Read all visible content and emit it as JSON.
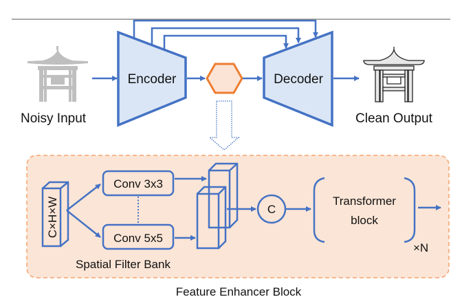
{
  "colors": {
    "blue": "#4472c4",
    "blue_fill": "#dae6f5",
    "orange": "#ed7d31",
    "orange_fill": "#fbe4d5",
    "panel_fill": "#fbe5d6",
    "gray_icon": "#bfbfbf",
    "text": "#111111"
  },
  "top": {
    "input_label": "Noisy Input",
    "encoder_label": "Encoder",
    "decoder_label": "Decoder",
    "output_label": "Clean Output",
    "input_icon": "pagoda-icon-noisy",
    "output_icon": "pagoda-icon-clean",
    "bottleneck_icon": "hexagon",
    "skip_connections": 3
  },
  "block": {
    "caption": "Feature Enhancer Block",
    "feature_label": "C×H×W",
    "conv_top": "Conv 3x3",
    "conv_bottom": "Conv 5x5",
    "filter_bank_label": "Spatial Filter Bank",
    "concat_label": "C",
    "transformer_line1": "Transformer",
    "transformer_line2": "block",
    "repeat_label": "×N"
  }
}
